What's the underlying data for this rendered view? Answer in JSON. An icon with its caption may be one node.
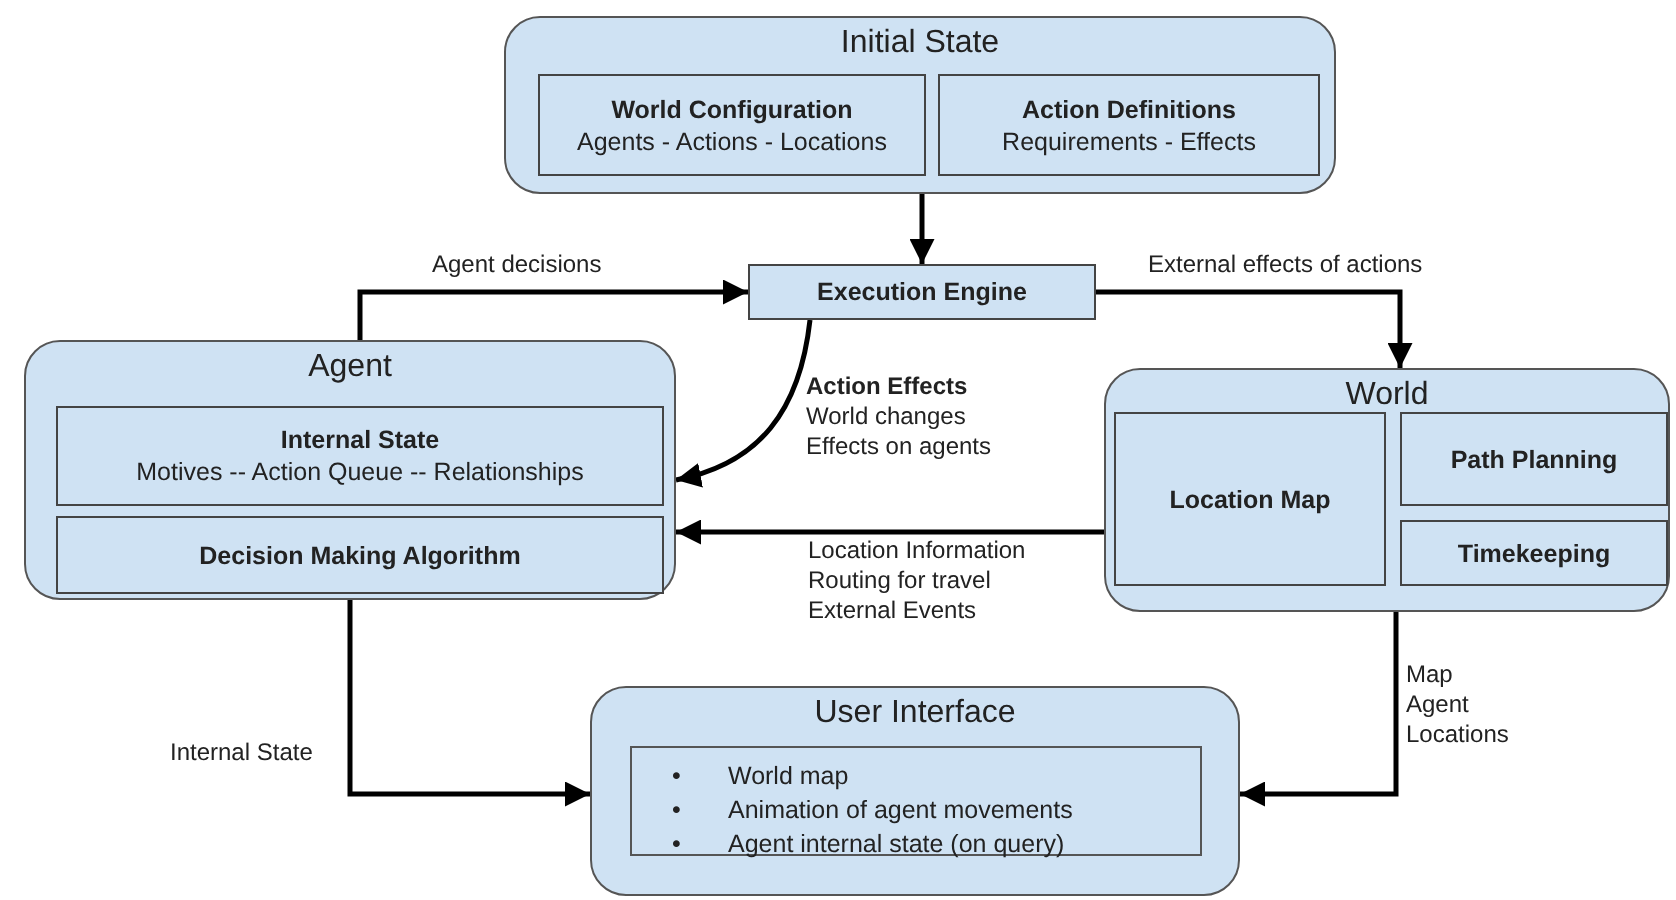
{
  "diagram": {
    "nodes": [
      {
        "text": [
          "Initial State"
        ]
      },
      {
        "text": [
          "World Configuration",
          "Agents - Actions - Locations"
        ],
        "in": 0
      },
      {
        "text": [
          "Action Definitions",
          "Requirements - Effects"
        ],
        "in": 0
      },
      {
        "text": [
          "Execution Engine"
        ]
      },
      {
        "text": [
          "Agent"
        ]
      },
      {
        "text": [
          "Internal State",
          "Motives -- Action Queue -- Relationships"
        ],
        "in": 4
      },
      {
        "text": [
          "Decision Making Algorithm"
        ],
        "in": 4
      },
      {
        "text": [
          "World"
        ]
      },
      {
        "text": [
          "Location Map"
        ],
        "in": 7
      },
      {
        "text": [
          "Path Planning"
        ],
        "in": 7
      },
      {
        "text": [
          "Timekeeping"
        ],
        "in": 7
      },
      {
        "text": [
          "User Interface"
        ]
      },
      {
        "text": [
          "World map",
          "Animation of agent movements",
          "Agent internal state (on query)"
        ],
        "in": 11
      }
    ],
    "edges": [
      {
        "from": 0,
        "to": 3,
        "arrow": "to"
      },
      {
        "from": 4,
        "to": 3,
        "arrow": "to",
        "label": "Agent decisions"
      },
      {
        "from": 3,
        "to": 7,
        "arrow": "to",
        "label": "External effects of actions"
      },
      {
        "from": 3,
        "to": 4,
        "arrow": "to",
        "label": "**Action Effects** World changes Effects on agents"
      },
      {
        "from": 7,
        "to": 4,
        "arrow": "to",
        "label": "Location Information Routing for travel External Events"
      },
      {
        "from": 4,
        "to": 11,
        "arrow": "to",
        "label": "Internal State"
      },
      {
        "from": 7,
        "to": 11,
        "arrow": "to",
        "label": "Map Agent Locations"
      }
    ],
    "labels": [
      "•",
      "•",
      "•"
    ]
  }
}
